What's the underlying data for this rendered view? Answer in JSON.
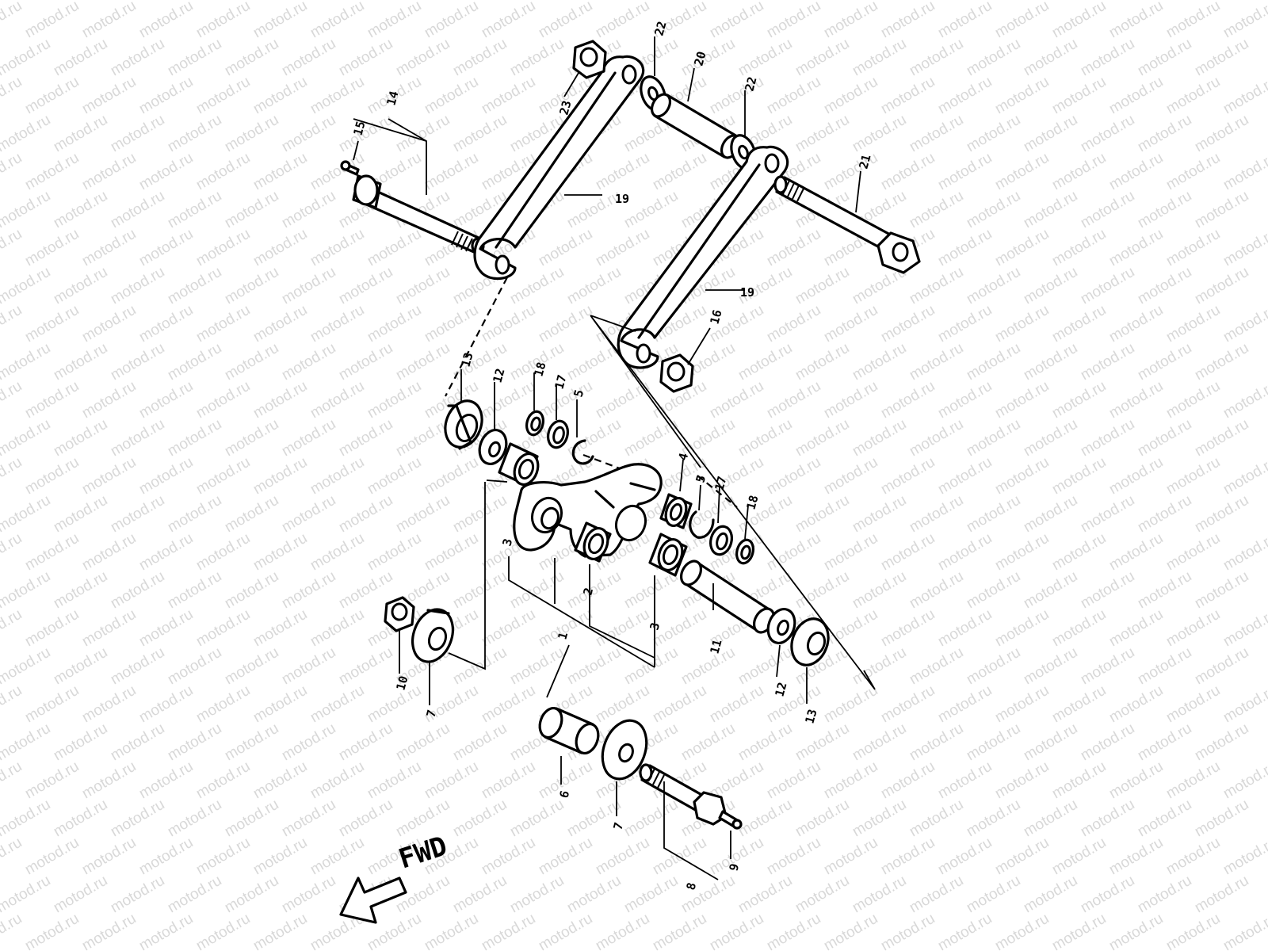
{
  "watermark": {
    "text": "motod.ru",
    "color": "#d8d8d8"
  },
  "labels": {
    "l1": "1",
    "l2": "2",
    "l3": "3",
    "l3b": "3",
    "l4": "4",
    "l5a": "5",
    "l5b": "5",
    "l6": "6",
    "l7a": "7",
    "l7b": "7",
    "l8": "8",
    "l9": "9",
    "l10": "10",
    "l11": "11",
    "l12a": "12",
    "l12b": "12",
    "l13a": "13",
    "l13b": "13",
    "l14": "14",
    "l15": "15",
    "l16": "16",
    "l17a": "17",
    "l17b": "17",
    "l18a": "18",
    "l18b": "18",
    "l19a": "19",
    "l19b": "19",
    "l20": "20",
    "l21": "21",
    "l22a": "22",
    "l22b": "22",
    "l23": "23"
  },
  "direction": {
    "text": "FWD",
    "icon": "fwd-arrow-icon"
  }
}
